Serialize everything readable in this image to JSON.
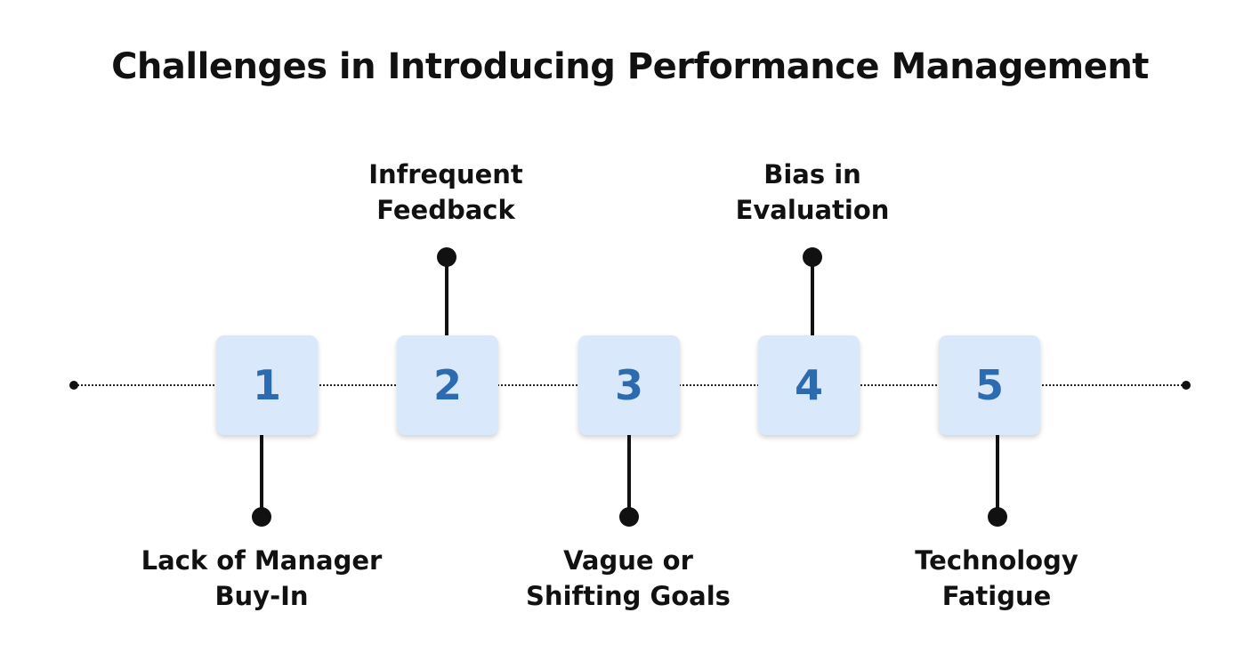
{
  "title": "Challenges in Introducing Performance Management",
  "steps": [
    {
      "number": "1",
      "label": "Lack of Manager\nBuy-In",
      "position": "below"
    },
    {
      "number": "2",
      "label": "Infrequent\nFeedback",
      "position": "above"
    },
    {
      "number": "3",
      "label": "Vague or\nShifting Goals",
      "position": "below"
    },
    {
      "number": "4",
      "label": "Bias in\nEvaluation",
      "position": "above"
    },
    {
      "number": "5",
      "label": "Technology\nFatigue",
      "position": "below"
    }
  ],
  "colors": {
    "box_fill": "#d9e8fb",
    "number_text": "#2c6bb0",
    "connector": "#111111"
  }
}
